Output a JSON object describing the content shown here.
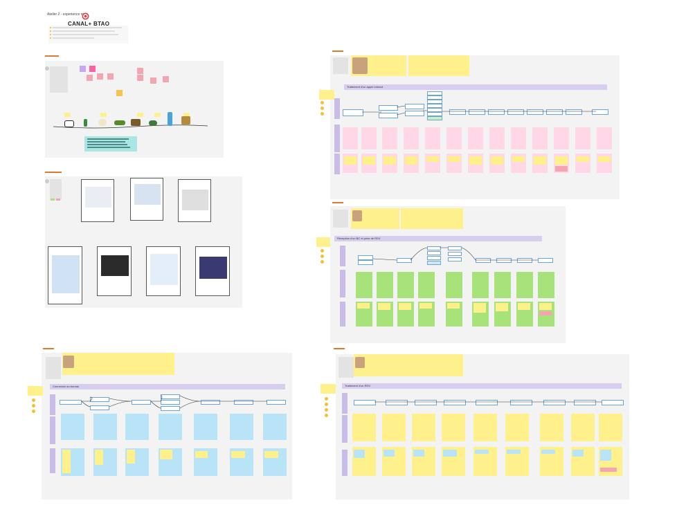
{
  "header": {
    "board_title": "Atelier 2 - experience map",
    "brand": "CANAL+ BTAO",
    "brand_icon": "target-icon"
  },
  "colors": {
    "frame_bg": "#f3f3f3",
    "banner": "#d7cdee",
    "label_orange": "#e07a2a",
    "sticky_yellow": "#fef08a",
    "sticky_pink": "#ffd7e6",
    "sticky_green": "#a8e27a",
    "sticky_blue": "#b9e3f7"
  },
  "journeys": [
    {
      "title": "Traitement d'un appel entrant"
    },
    {
      "title": "Réception d'un BC et prise de RDV"
    },
    {
      "title": "Connexion au bureau"
    },
    {
      "title": "Traitement d'un RDV"
    }
  ]
}
